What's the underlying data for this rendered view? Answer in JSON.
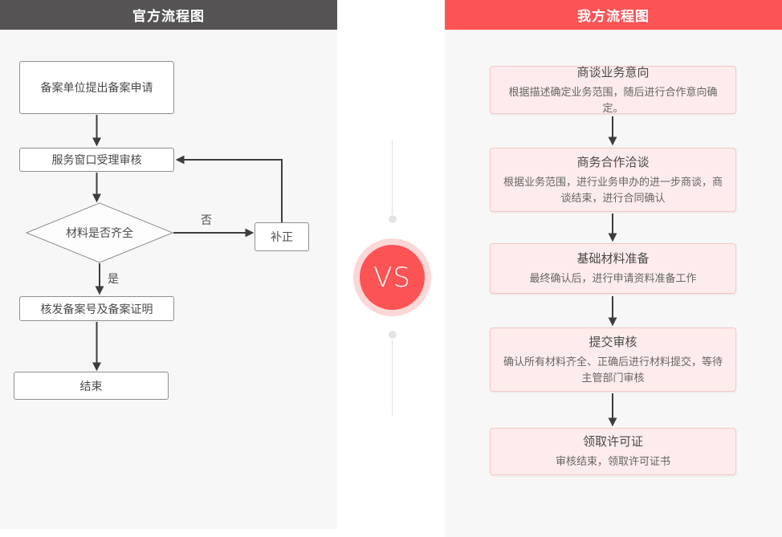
{
  "left_panel": {
    "title": "官方流程图",
    "nodes": {
      "apply": "备案单位提出备案申请",
      "window_review": "服务窗口受理审核",
      "decision": "材料是否齐全",
      "correction": "补正",
      "issue_cert": "核发备案号及备案证明",
      "end": "结束"
    },
    "edge_labels": {
      "no": "否",
      "yes": "是"
    }
  },
  "vs_badge": {
    "text": "VS"
  },
  "right_panel": {
    "title": "我方流程图",
    "steps": [
      {
        "title": "商谈业务意向",
        "desc": "根据描述确定业务范围，随后进行合作意向确定。"
      },
      {
        "title": "商务合作洽谈",
        "desc": "根据业务范围，进行业务申办的进一步商谈，商谈结束，进行合同确认"
      },
      {
        "title": "基础材料准备",
        "desc": "最终确认后，进行申请资料准备工作"
      },
      {
        "title": "提交审核",
        "desc": "确认所有材料齐全、正确后进行材料提交，等待主管部门审核"
      },
      {
        "title": "领取许可证",
        "desc": "审核结束，领取许可证书"
      }
    ]
  },
  "colors": {
    "accent_red": "#fc5355",
    "header_dark": "#555353",
    "panel_bg": "#f7f7f7",
    "step_fill": "#fdeceb",
    "step_border": "#f5c8c7",
    "arrow": "#3d3d3d"
  }
}
